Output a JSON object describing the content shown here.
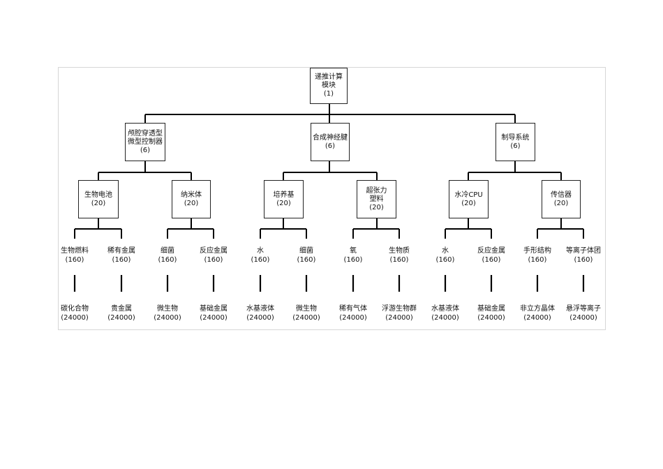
{
  "root": {
    "lines": [
      "递推计算",
      "模块"
    ],
    "count": "(1)"
  },
  "level1": [
    {
      "lines": [
        "颅腔穿透型",
        "微型控制器"
      ],
      "count": "(6)"
    },
    {
      "lines": [
        "合成神经腱"
      ],
      "count": "(6)"
    },
    {
      "lines": [
        "制导系统"
      ],
      "count": "(6)"
    }
  ],
  "level2": [
    {
      "lines": [
        "生物电池"
      ],
      "count": "(20)"
    },
    {
      "lines": [
        "纳米体"
      ],
      "count": "(20)"
    },
    {
      "lines": [
        "培养基"
      ],
      "count": "(20)"
    },
    {
      "lines": [
        "超张力",
        "塑料"
      ],
      "count": "(20)"
    },
    {
      "lines": [
        "水冷CPU"
      ],
      "count": "(20)"
    },
    {
      "lines": [
        "传信器"
      ],
      "count": "(20)"
    }
  ],
  "level3": [
    {
      "name": "生物燃料",
      "count": "(160)"
    },
    {
      "name": "稀有金属",
      "count": "(160)"
    },
    {
      "name": "细菌",
      "count": "(160)"
    },
    {
      "name": "反应金属",
      "count": "(160)"
    },
    {
      "name": "水",
      "count": "(160)"
    },
    {
      "name": "细菌",
      "count": "(160)"
    },
    {
      "name": "氧",
      "count": "(160)"
    },
    {
      "name": "生物质",
      "count": "(160)"
    },
    {
      "name": "水",
      "count": "(160)"
    },
    {
      "name": "反应金属",
      "count": "(160)"
    },
    {
      "name": "手形结构",
      "count": "(160)"
    },
    {
      "name": "等离子体团",
      "count": "(160)"
    }
  ],
  "level4": [
    {
      "name": "碳化合物",
      "count": "(24000)"
    },
    {
      "name": "贵金属",
      "count": "(24000)"
    },
    {
      "name": "微生物",
      "count": "(24000)"
    },
    {
      "name": "基础金属",
      "count": "(24000)"
    },
    {
      "name": "水基液体",
      "count": "(24000)"
    },
    {
      "name": "微生物",
      "count": "(24000)"
    },
    {
      "name": "稀有气体",
      "count": "(24000)"
    },
    {
      "name": "浮游生物群",
      "count": "(24000)"
    },
    {
      "name": "水基液体",
      "count": "(24000)"
    },
    {
      "name": "基础金属",
      "count": "(24000)"
    },
    {
      "name": "非立方晶体",
      "count": "(24000)"
    },
    {
      "name": "悬浮等离子",
      "count": "(24000)"
    }
  ],
  "colors": {
    "line": "#000000",
    "box_border": "#222222",
    "frame": "#d6d6d6"
  }
}
